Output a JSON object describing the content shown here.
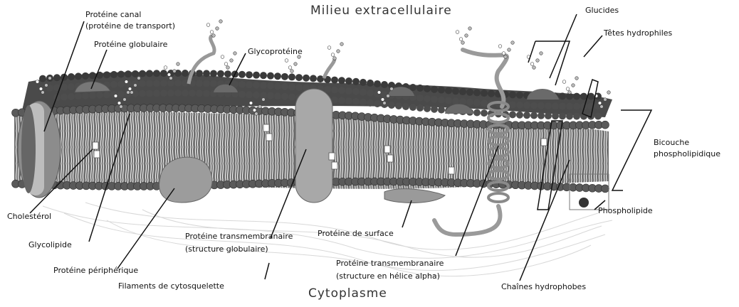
{
  "top_title": "Milieu extracellulaire",
  "bottom_title": "Cytoplasme",
  "labels": {
    "proteine_canal_1": "Protéine canal",
    "proteine_canal_2": "(protéine de transport)",
    "proteine_globulaire": "Protéine globulaire",
    "glycoproteine": "Glycoprotéine",
    "glucides": "Glucides",
    "tetes_hydrophiles": "Têtes hydrophiles",
    "bicouche_1": "Bicouche",
    "bicouche_2": "phospholipidique",
    "phospholipide": "Phospholipide",
    "chaines_hydrophobes": "Chaînes hydrophobes",
    "cholesterol": "Cholestérol",
    "glycolipide": "Glycolipide",
    "proteine_peripherique": "Protéine périphérique",
    "filaments": "Filaments de cytosquelette",
    "transmembranaire_glob_1": "Protéine transmembranaire",
    "transmembranaire_glob_2": "(structure globulaire)",
    "proteine_surface": "Protéine de surface",
    "transmembranaire_helice_1": "Protéine transmembranaire",
    "transmembranaire_helice_2": "(structure en hélice alpha)"
  }
}
